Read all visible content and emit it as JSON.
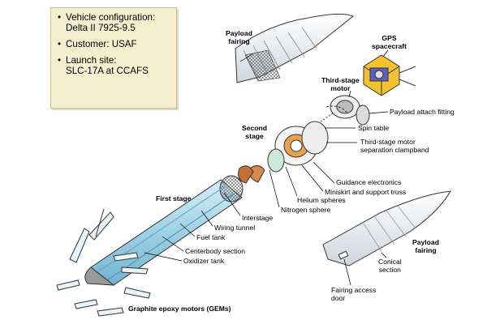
{
  "info_box": {
    "items": [
      {
        "line1": "Vehicle configuration:",
        "line2": "Delta II 7925-9.5"
      },
      {
        "line1": "Customer: USAF",
        "line2": ""
      },
      {
        "line1": "Launch site:",
        "line2": "SLC-17A at CCAFS"
      }
    ]
  },
  "labels": {
    "payload_fairing_top": [
      "Payload",
      "fairing"
    ],
    "gps_spacecraft": [
      "GPS",
      "spacecraft"
    ],
    "third_stage_motor": [
      "Third-stage",
      "motor"
    ],
    "payload_attach_fitting": "Payload attach fitting",
    "second_stage": [
      "Second",
      "stage"
    ],
    "spin_table": "Spin table",
    "separation_clampband": [
      "Third-stage motor",
      "separation clampband"
    ],
    "guidance_electronics": "Guidance electronics",
    "miniskirt": "Miniskirt and support truss",
    "helium_spheres": "Helium spheres",
    "nitrogen_sphere": "Nitrogen sphere",
    "first_stage": "First stage",
    "interstage": "Interstage",
    "wiring_tunnel": "Wiring tunnel",
    "fuel_tank": "Fuel tank",
    "centerbody_section": "Centerbody section",
    "oxidizer_tank": "Oxidizer tank",
    "gems": "Graphite epoxy motors (GEMs)",
    "payload_fairing_bottom": [
      "Payload",
      "fairing"
    ],
    "conical_section": [
      "Conical",
      "section"
    ],
    "fairing_access_door": [
      "Fairing access",
      "door"
    ]
  },
  "colors": {
    "fairing": "#e9edf2",
    "first_stage": "#9fd1e6",
    "infobox": "#f6efcf",
    "gps_body": "#f2c230",
    "gps_panel": "#5a5fc0",
    "nozzle": "#d98a4a"
  }
}
